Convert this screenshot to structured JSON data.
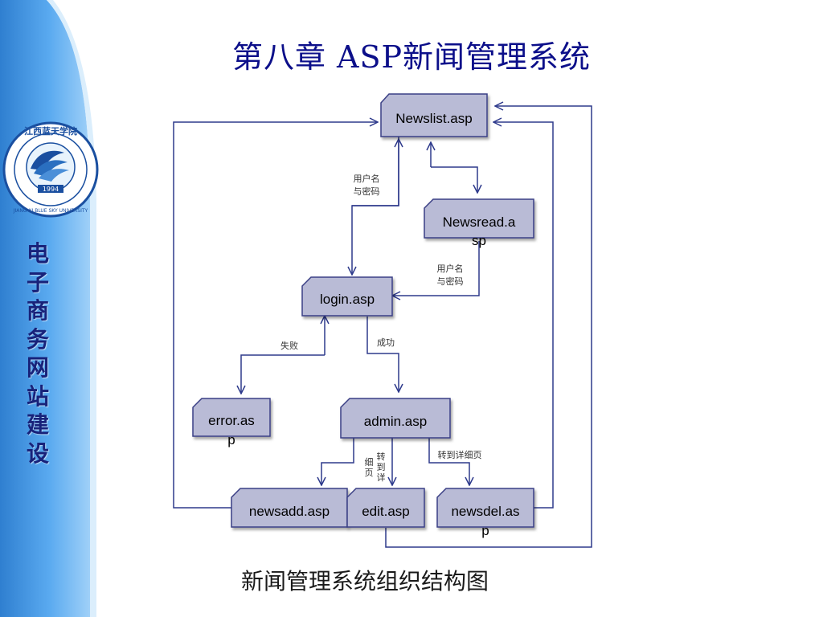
{
  "title": "第八章  ASP新闻管理系统",
  "caption": "新闻管理系统组织结构图",
  "sidebar": {
    "vertical_title": [
      "电",
      "子",
      "商",
      "务",
      "网",
      "站",
      "建",
      "设"
    ],
    "logo_text_top": "江西蓝天学院",
    "logo_text_ring": "JIANG XI BLUE SKY UNIVERSITY",
    "logo_year": "1994"
  },
  "nodes": {
    "newslist": [
      "Newslist.asp"
    ],
    "newsread": [
      "Newsread.a",
      "sp"
    ],
    "login": [
      "login.asp"
    ],
    "error": [
      "error.as",
      "p"
    ],
    "admin": [
      "admin.asp"
    ],
    "newsadd": [
      "newsadd.asp"
    ],
    "edit": [
      "edit.asp"
    ],
    "newsdel": [
      "newsdel.as",
      "p"
    ]
  },
  "edge_labels": {
    "user_pass_1": [
      "用户名",
      "与密码"
    ],
    "user_pass_2": [
      "用户名",
      "与密码"
    ],
    "fail": [
      "失败"
    ],
    "success": [
      "成功"
    ],
    "to_detail_1": [
      "转到详细页"
    ],
    "to_detail_2a": [
      "转",
      "到",
      "详"
    ],
    "to_detail_2b": [
      "细",
      "页"
    ]
  },
  "colors": {
    "node_fill": "#b9bbd6",
    "node_stroke": "#3a3f85",
    "edge": "#2e3a8c",
    "title": "#0c0f8a",
    "sidebar_blue": "#3a8fd8"
  }
}
